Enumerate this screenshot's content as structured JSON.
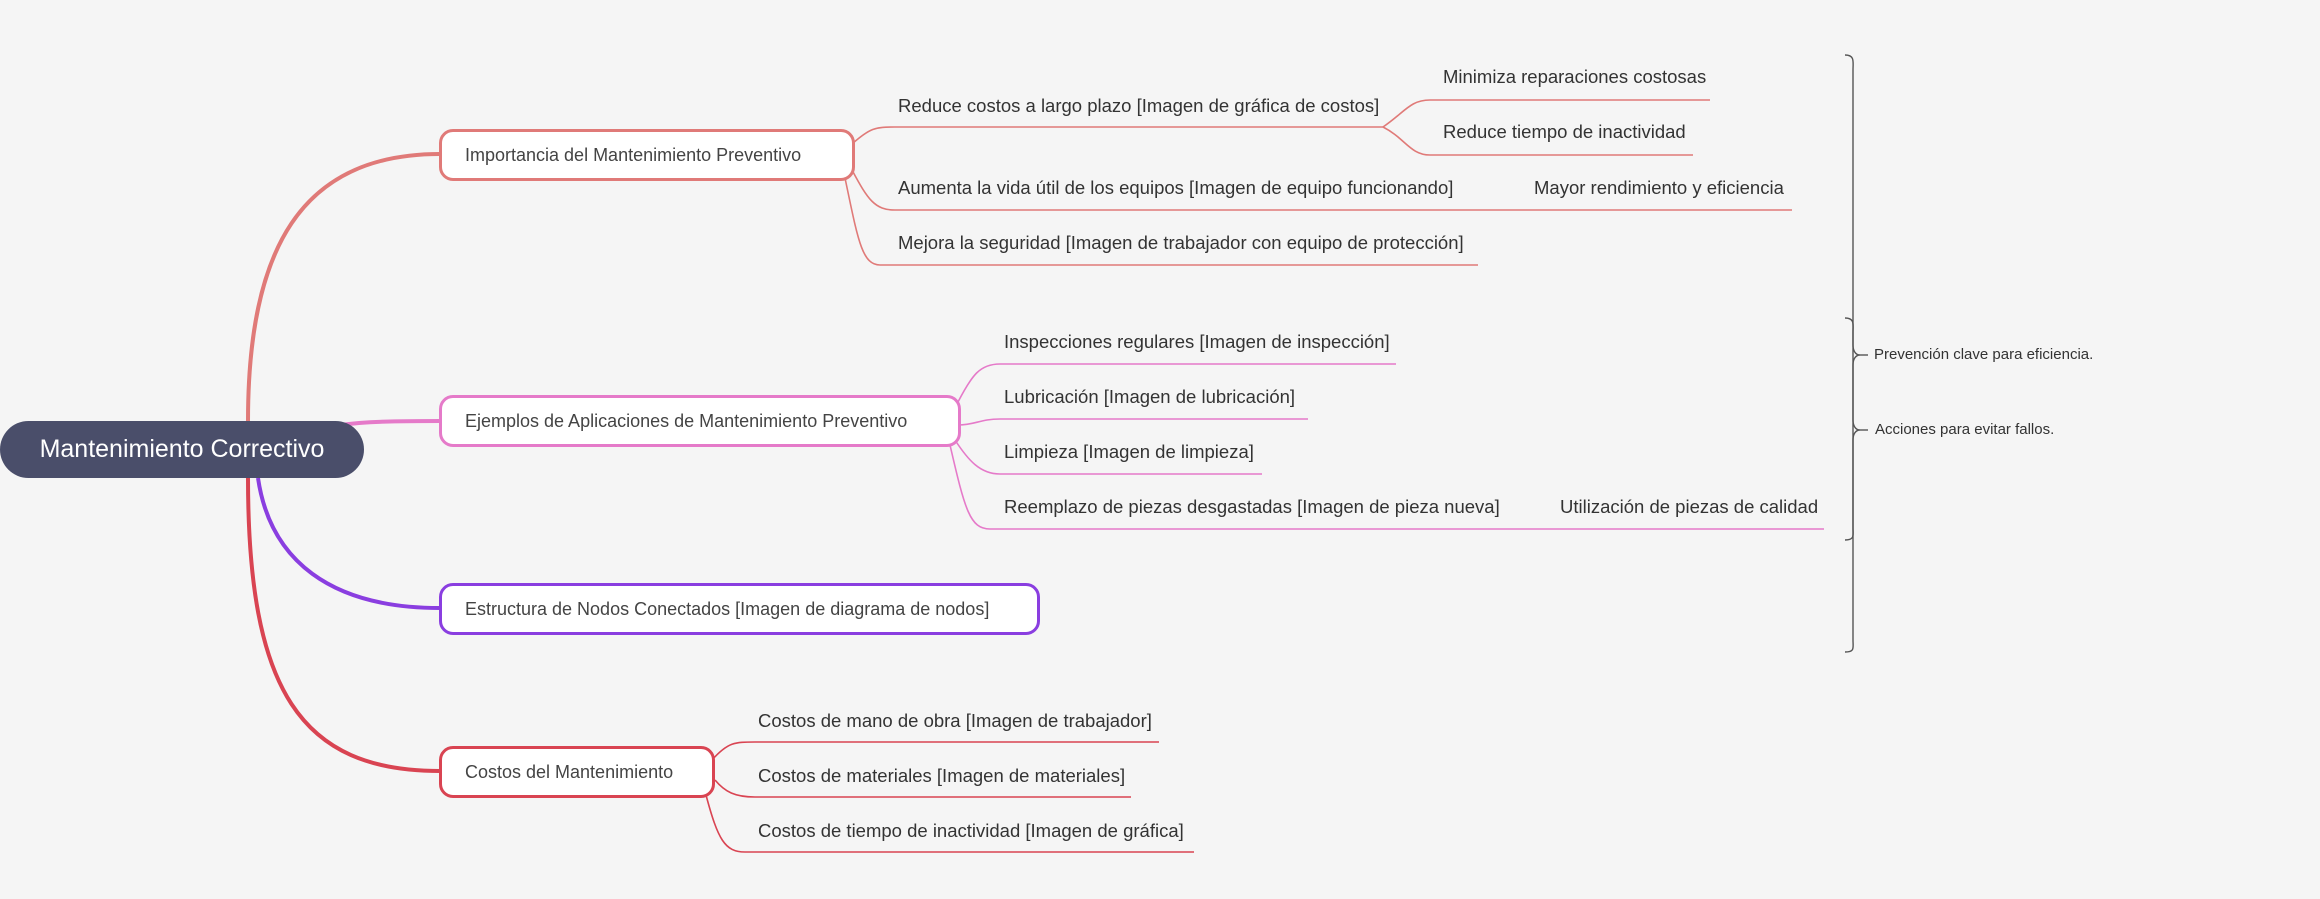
{
  "root": {
    "label": "Mantenimiento Correctivo"
  },
  "branches": {
    "importancia": {
      "label": "Importancia del Mantenimiento Preventivo",
      "color": "#e07a78",
      "children": {
        "reduce": {
          "label": "Reduce costos a largo plazo [Imagen de gráfica de costos]",
          "sub1": "Minimiza reparaciones costosas",
          "sub2": "Reduce tiempo de inactividad"
        },
        "aumenta": {
          "label": "Aumenta la vida útil de los equipos [Imagen de equipo funcionando]",
          "sub1": "Mayor rendimiento y eficiencia"
        },
        "mejora": {
          "label": "Mejora la seguridad [Imagen de trabajador con equipo de protección]"
        }
      }
    },
    "ejemplos": {
      "label": "Ejemplos de Aplicaciones de Mantenimiento Preventivo",
      "color": "#e57ac9",
      "children": {
        "inspecciones": {
          "label": "Inspecciones regulares [Imagen de inspección]"
        },
        "lubricacion": {
          "label": "Lubricación [Imagen de lubricación]"
        },
        "limpieza": {
          "label": "Limpieza [Imagen de limpieza]"
        },
        "reemplazo": {
          "label": "Reemplazo de piezas desgastadas [Imagen de pieza nueva]",
          "sub1": "Utilización de piezas de calidad"
        }
      }
    },
    "estructura": {
      "label": "Estructura de Nodos Conectados [Imagen de diagrama de nodos]",
      "color": "#8a3ee0"
    },
    "costos": {
      "label": "Costos del Mantenimiento",
      "color": "#d94452",
      "children": {
        "mano": {
          "label": "Costos de mano de obra [Imagen de trabajador]"
        },
        "materiales": {
          "label": "Costos de materiales [Imagen de materiales]"
        },
        "tiempo": {
          "label": "Costos de tiempo de inactividad [Imagen de gráfica]"
        }
      }
    }
  },
  "summaries": {
    "s1": "Prevención clave para eficiencia.",
    "s2": "Acciones para evitar fallos."
  },
  "colors": {
    "root_bg": "#4a4e6a",
    "background": "#f5f5f5",
    "summary_bracket": "#555555"
  }
}
